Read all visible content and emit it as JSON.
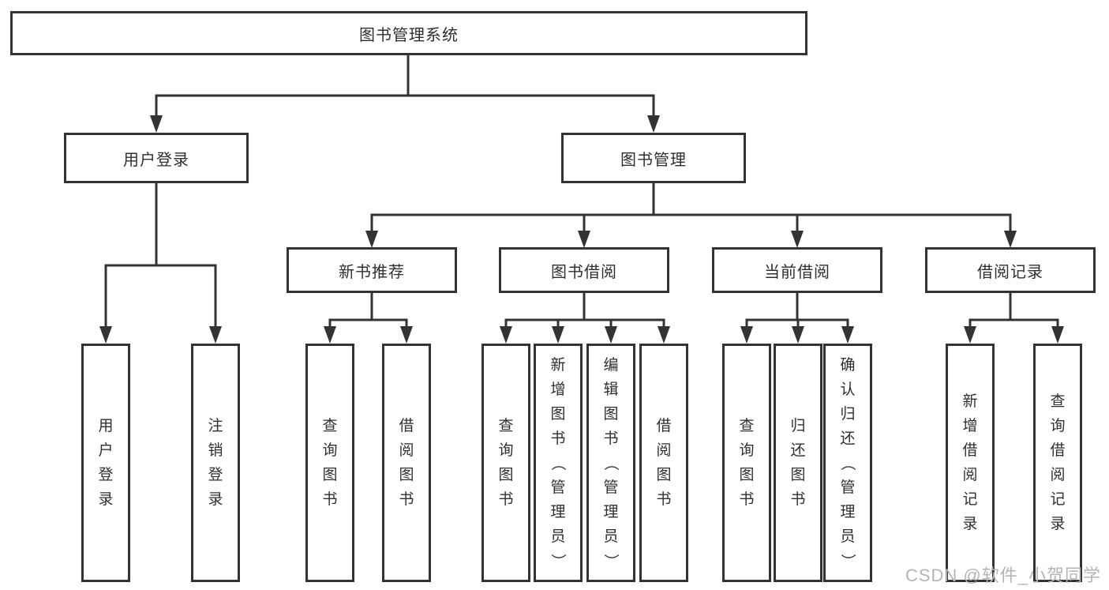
{
  "tree": {
    "root": {
      "label": "图书管理系统"
    },
    "branches": [
      {
        "label": "用户登录",
        "leaves": [
          "用户登录",
          "注销登录"
        ]
      },
      {
        "label": "图书管理",
        "groups": [
          {
            "label": "新书推荐",
            "leaves": [
              "查询图书",
              "借阅图书"
            ]
          },
          {
            "label": "图书借阅",
            "leaves": [
              "查询图书",
              "新增图书（管理员）",
              "编辑图书（管理员）",
              "借阅图书"
            ]
          },
          {
            "label": "当前借阅",
            "leaves": [
              "查询图书",
              "归还图书",
              "确认归还（管理员）"
            ]
          },
          {
            "label": "借阅记录",
            "leaves": [
              "新增借阅记录",
              "查询借阅记录"
            ]
          }
        ]
      }
    ]
  },
  "watermark": "CSDN @软件_小贺同学",
  "colors": {
    "line": "#333333",
    "text": "#2f2f2f",
    "watermark": "#b5b5b5",
    "bg": "#ffffff"
  }
}
